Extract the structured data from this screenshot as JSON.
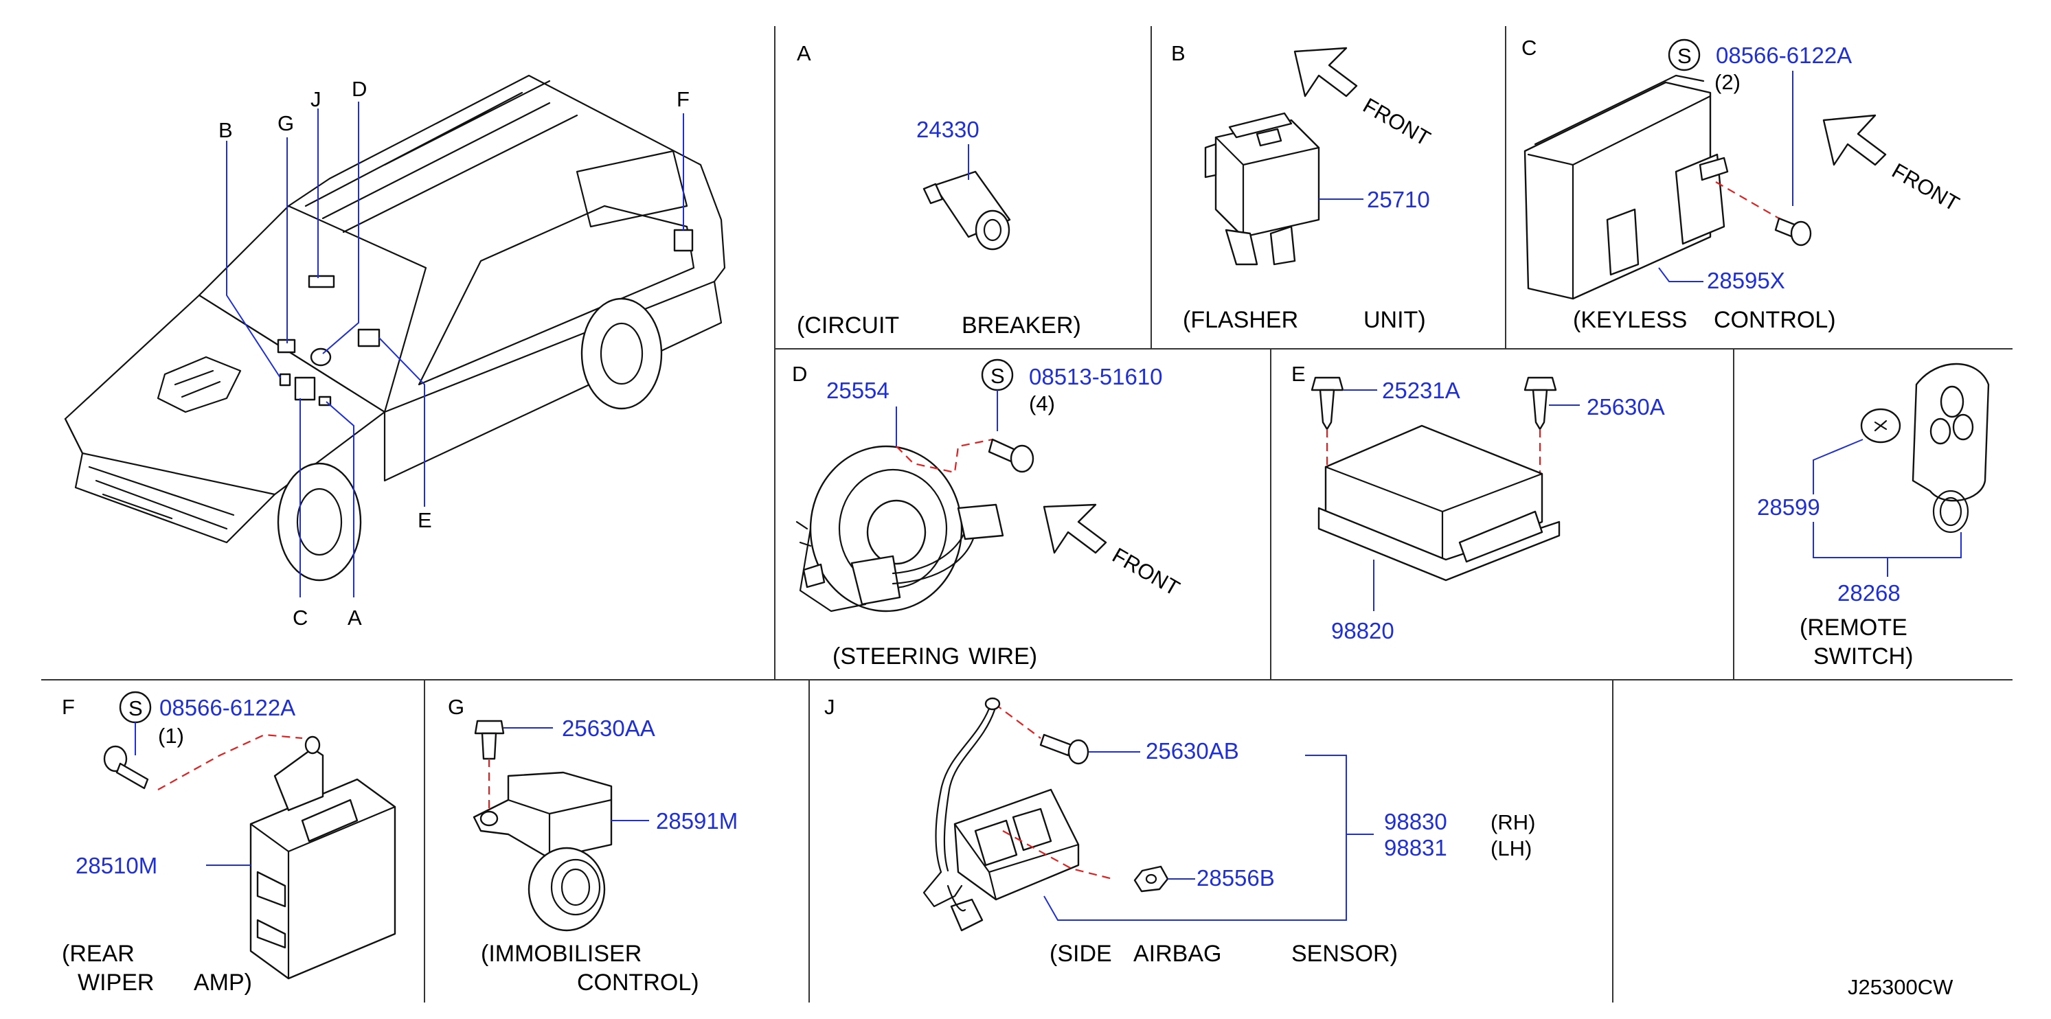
{
  "panels": {
    "car": {
      "location_letters": [
        "B",
        "G",
        "J",
        "D",
        "F",
        "C",
        "A",
        "E"
      ]
    },
    "A": {
      "letter": "A",
      "part": "24330",
      "caption_1": "(CIRCUIT",
      "caption_2": "BREAKER)"
    },
    "B": {
      "letter": "B",
      "part": "25710",
      "front": "FRONT",
      "caption_1": "(FLASHER",
      "caption_2": "UNIT)"
    },
    "C": {
      "letter": "C",
      "screw_mark": "S",
      "screw_part": "08566-6122A",
      "screw_qty": "(2)",
      "part": "28595X",
      "front": "FRONT",
      "caption_1": "(KEYLESS",
      "caption_2": "CONTROL)"
    },
    "D": {
      "letter": "D",
      "part": "25554",
      "screw_mark": "S",
      "screw_part": "08513-51610",
      "screw_qty": "(4)",
      "front": "FRONT",
      "caption_1": "(STEERING",
      "caption_2": "WIRE)"
    },
    "E": {
      "letter": "E",
      "bolt_left": "25231A",
      "bolt_right": "25630A",
      "part": "98820"
    },
    "remote": {
      "battery": "28599",
      "part": "28268",
      "caption_1": "(REMOTE",
      "caption_2": "SWITCH)"
    },
    "F": {
      "letter": "F",
      "screw_mark": "S",
      "screw_part": "08566-6122A",
      "screw_qty": "(1)",
      "part": "28510M",
      "caption_1": "(REAR",
      "caption_2": "WIPER",
      "caption_3": "AMP)"
    },
    "G": {
      "letter": "G",
      "bolt": "25630AA",
      "part": "28591M",
      "caption_1": "(IMMOBILISER",
      "caption_2": "CONTROL)"
    },
    "J": {
      "letter": "J",
      "bolt": "25630AB",
      "nut": "28556B",
      "part_rh": "98830",
      "side_rh": "(RH)",
      "part_lh": "98831",
      "side_lh": "(LH)",
      "caption_1": "(SIDE",
      "caption_2": "AIRBAG",
      "caption_3": "SENSOR)"
    }
  },
  "drawing_code": "J25300CW",
  "colors": {
    "part_number": "#1f2fd6",
    "dashed_line": "#e02020",
    "text": "#000000"
  }
}
